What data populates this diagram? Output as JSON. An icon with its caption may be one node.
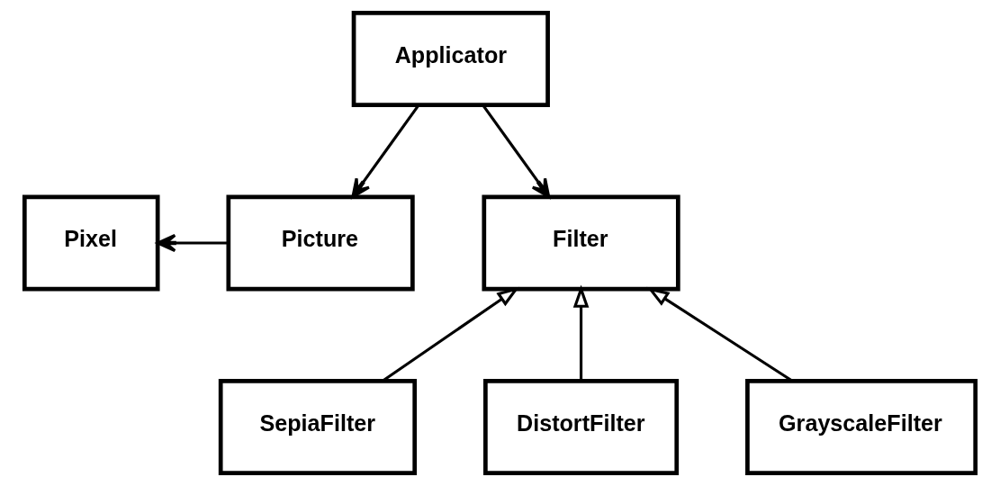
{
  "diagram": {
    "nodes": [
      {
        "text": [
          "Applicator"
        ]
      },
      {
        "text": [
          "Pixel"
        ]
      },
      {
        "text": [
          "Picture"
        ]
      },
      {
        "text": [
          "Filter"
        ]
      },
      {
        "text": [
          "SepiaFilter"
        ]
      },
      {
        "text": [
          "DistortFilter"
        ]
      },
      {
        "text": [
          "GrayscaleFilter"
        ]
      }
    ],
    "edges": [
      {
        "from": 0,
        "to": 2,
        "arrow": "to"
      },
      {
        "from": 0,
        "to": 3,
        "arrow": "to"
      },
      {
        "from": 2,
        "to": 1,
        "arrow": "to"
      },
      {
        "from": 4,
        "to": 3,
        "arrow": "to"
      },
      {
        "from": 5,
        "to": 3,
        "arrow": "to"
      },
      {
        "from": 6,
        "to": 3,
        "arrow": "to"
      }
    ]
  }
}
